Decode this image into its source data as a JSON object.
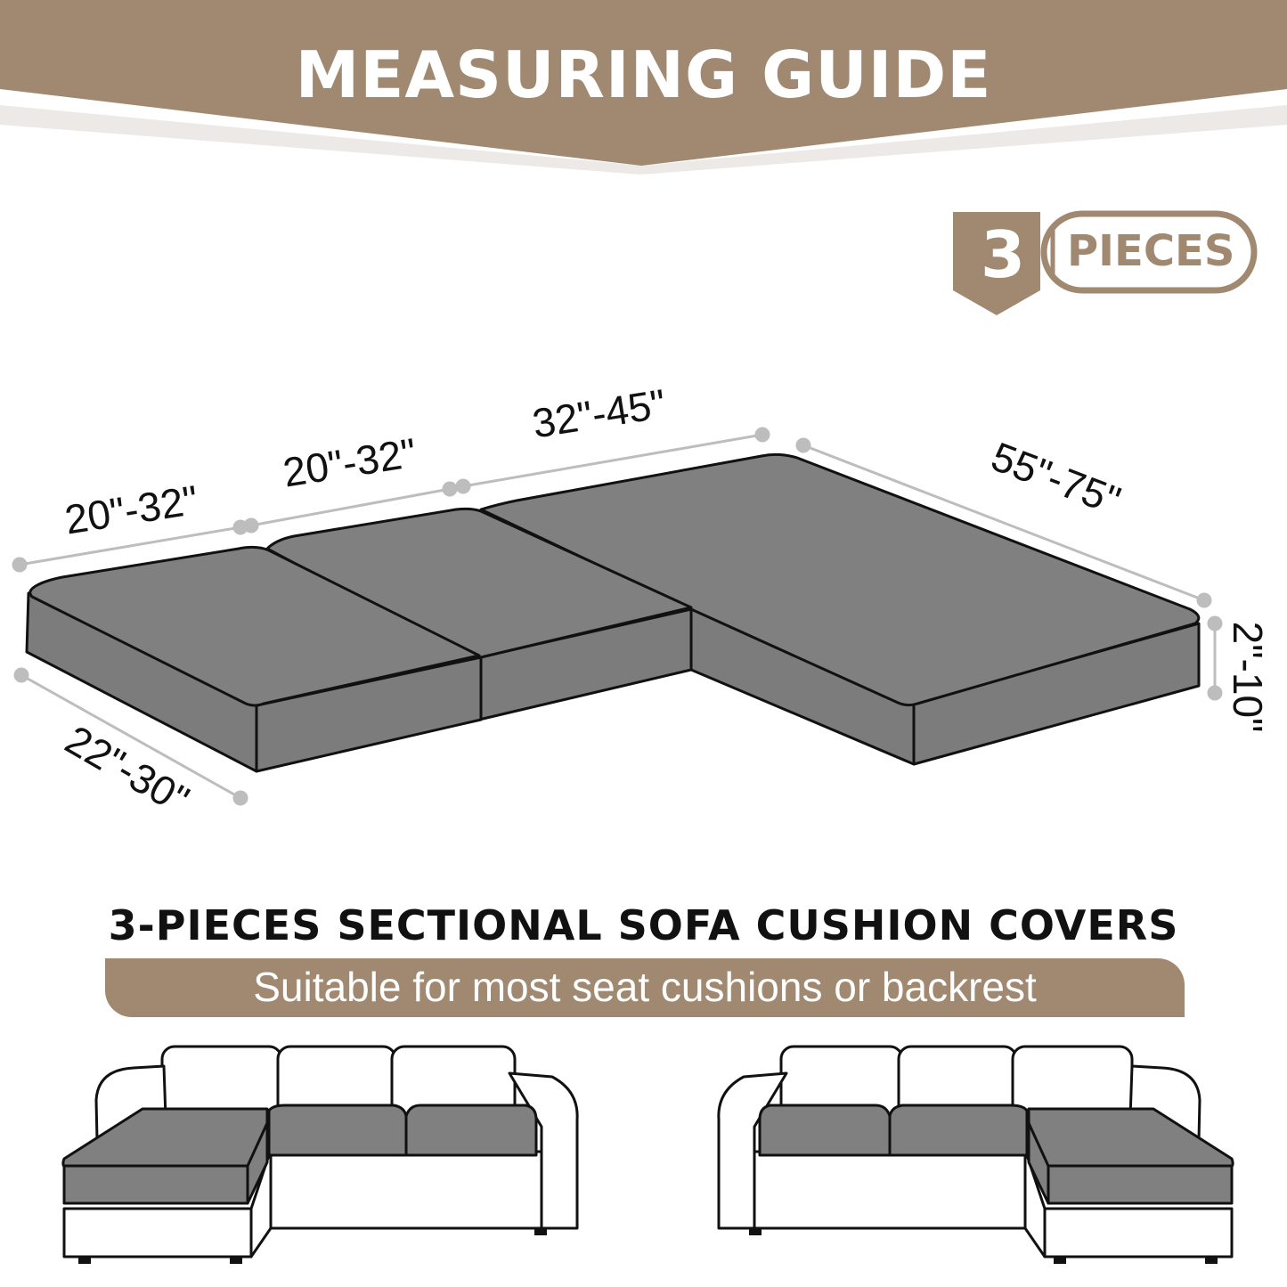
{
  "header": {
    "title": "MEASURING GUIDE"
  },
  "badge": {
    "count": "3",
    "label": "PIECES"
  },
  "dimensions": {
    "seat_width_1": "20\"-32\"",
    "seat_width_2": "20\"-32\"",
    "chaise_width": "32\"-45\"",
    "chaise_length": "55\"-75\"",
    "depth": "22\"-30\"",
    "height": "2\"-10\""
  },
  "product": {
    "title": "3-PIECES SECTIONAL SOFA CUSHION COVERS",
    "tagline": "Suitable for most seat cushions or backrest"
  },
  "colors": {
    "brand": "#a08970",
    "cushion": "#808080",
    "outline": "#111111",
    "dimension_line": "#bdbdbd"
  }
}
